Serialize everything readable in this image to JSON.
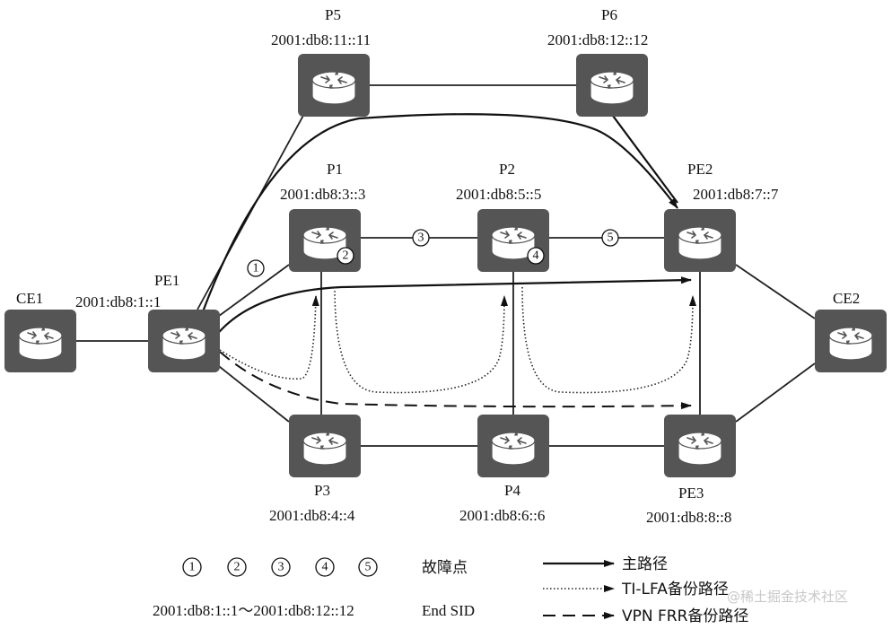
{
  "nodes": [
    {
      "id": "CE1",
      "name": "CE1",
      "addr": ""
    },
    {
      "id": "PE1",
      "name": "PE1",
      "addr": "2001:db8:1::1"
    },
    {
      "id": "P5",
      "name": "P5",
      "addr": "2001:db8:11::11"
    },
    {
      "id": "P6",
      "name": "P6",
      "addr": "2001:db8:12::12"
    },
    {
      "id": "P1",
      "name": "P1",
      "addr": "2001:db8:3::3"
    },
    {
      "id": "P2",
      "name": "P2",
      "addr": "2001:db8:5::5"
    },
    {
      "id": "PE2",
      "name": "PE2",
      "addr": "2001:db8:7::7"
    },
    {
      "id": "CE2",
      "name": "CE2",
      "addr": ""
    },
    {
      "id": "P3",
      "name": "P3",
      "addr": "2001:db8:4::4"
    },
    {
      "id": "P4",
      "name": "P4",
      "addr": "2001:db8:6::6"
    },
    {
      "id": "PE3",
      "name": "PE3",
      "addr": "2001:db8:8::8"
    }
  ],
  "fault_points": [
    "1",
    "2",
    "3",
    "4",
    "5"
  ],
  "legend": {
    "fault_label": "故障点",
    "end_sid_range": "2001:db8:1::1～2001:db8:12::12",
    "end_sid_label": "End SID",
    "main_path": "主路径",
    "tilfa_path": "TI-LFA备份路径",
    "vpn_frr_path": "VPN FRR备份路径"
  },
  "watermark": "@稀土掘金技术社区"
}
